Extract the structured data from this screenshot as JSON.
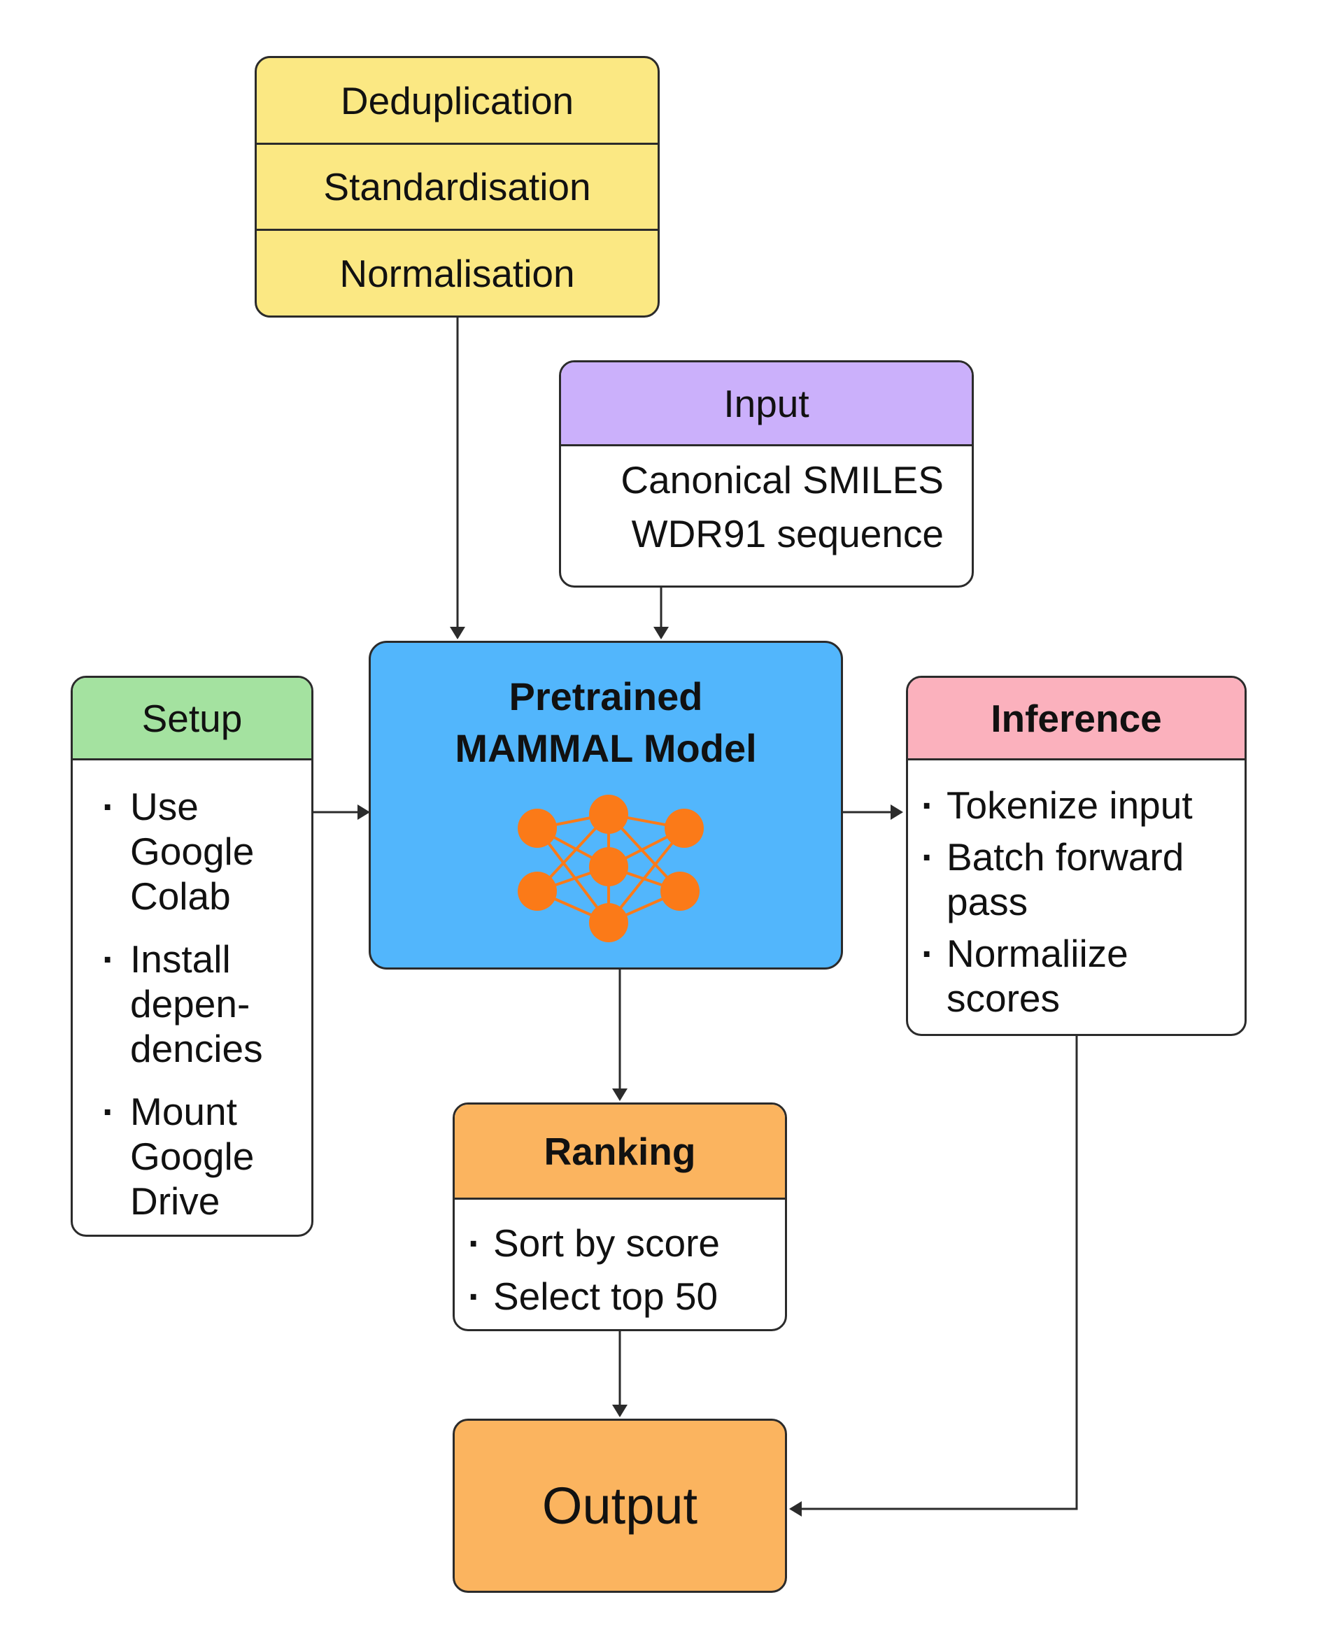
{
  "preprocess": {
    "steps": [
      "Deduplication",
      "Standardisation",
      "Normalisation"
    ]
  },
  "input": {
    "title": "Input",
    "lines": [
      "Canonical SMILES",
      "WDR91 sequence"
    ]
  },
  "model": {
    "title_line1": "Pretrained",
    "title_line2": "MAMMAL Model"
  },
  "setup": {
    "title": "Setup",
    "items": [
      [
        "Use",
        "Google",
        "Colab"
      ],
      [
        "Install",
        "depen-",
        "dencies"
      ],
      [
        "Mount",
        "Google",
        "Drive"
      ]
    ]
  },
  "inference": {
    "title": "Inference",
    "items": [
      [
        "Tokenize input"
      ],
      [
        "Batch forward",
        "pass"
      ],
      [
        "Normaliize",
        "scores"
      ]
    ]
  },
  "ranking": {
    "title": "Ranking",
    "items": [
      "Sort by score",
      "Select top 50"
    ]
  },
  "output": {
    "title": "Output"
  },
  "colors": {
    "preprocess": "#fbe883",
    "input_header": "#cbb0fb",
    "model": "#52b6fc",
    "network": "#fb7a18",
    "setup_header": "#a4e2a0",
    "inference_header": "#fbb1bd",
    "ranking_header": "#fbb45f",
    "output": "#fbb45f",
    "stroke": "#2b2b2b"
  }
}
